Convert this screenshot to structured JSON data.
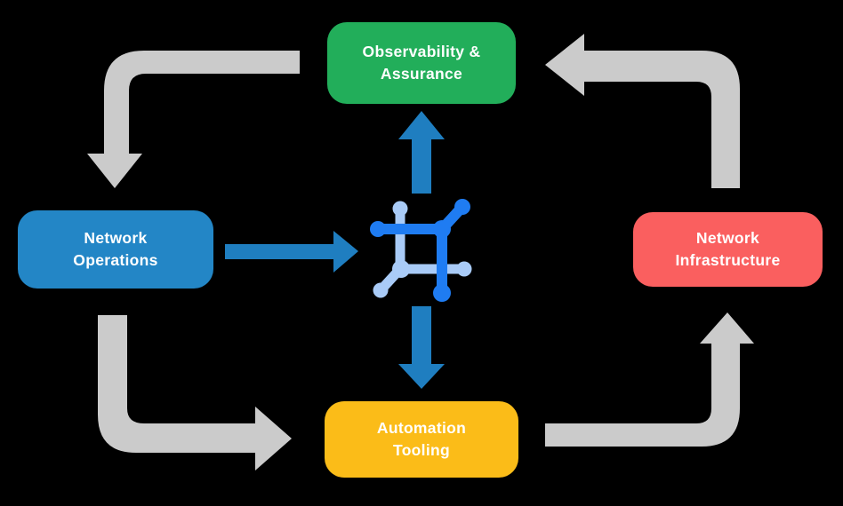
{
  "diagram": {
    "nodes": [
      {
        "id": "observability-assurance",
        "label": "Observability &\nAssurance",
        "color": "#22AE5A"
      },
      {
        "id": "network-operations",
        "label": "Network\nOperations",
        "color": "#2386C6"
      },
      {
        "id": "network-infrastructure",
        "label": "Network\nInfrastructure",
        "color": "#FA5F5F"
      },
      {
        "id": "automation-tooling",
        "label": "Automation\nTooling",
        "color": "#FBBC18"
      }
    ],
    "edges": [
      {
        "from": "observability-assurance",
        "to": "network-operations",
        "style": "gray-corner-arrow"
      },
      {
        "from": "network-operations",
        "to": "automation-tooling",
        "style": "gray-corner-arrow"
      },
      {
        "from": "automation-tooling",
        "to": "network-infrastructure",
        "style": "gray-corner-arrow"
      },
      {
        "from": "network-infrastructure",
        "to": "observability-assurance",
        "style": "gray-corner-arrow"
      },
      {
        "from": "network-operations",
        "to": "center-icon",
        "style": "blue-straight-arrow"
      },
      {
        "from": "center-icon",
        "to": "observability-assurance",
        "style": "blue-straight-arrow"
      },
      {
        "from": "center-icon",
        "to": "automation-tooling",
        "style": "blue-straight-arrow"
      }
    ],
    "icon": {
      "name": "network-platform-icon"
    },
    "colors": {
      "background": "#000000",
      "text": "#FFFFFF",
      "arrow_gray": "#CBCBCB",
      "arrow_blue": "#1F7EC0",
      "icon_dark_blue": "#1F7CF2",
      "icon_light_blue": "#A9CBF7"
    }
  }
}
